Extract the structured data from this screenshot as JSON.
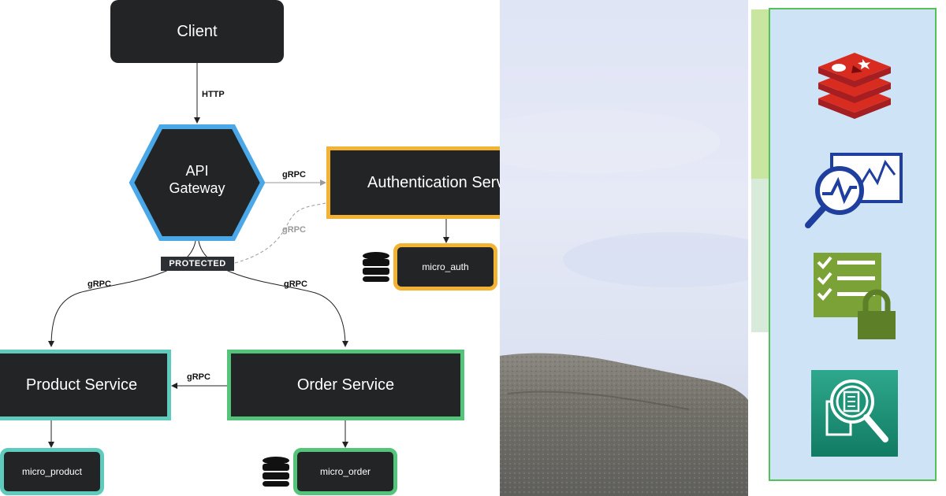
{
  "diagram": {
    "nodes": {
      "client": "Client",
      "gateway_line1": "API",
      "gateway_line2": "Gateway",
      "auth_service": "Authentication Service",
      "auth_db": "micro_auth",
      "product_service": "Product Service",
      "product_db": "micro_product",
      "order_service": "Order Service",
      "order_db": "micro_order"
    },
    "edge_labels": {
      "client_to_gateway": "HTTP",
      "gateway_to_auth": "gRPC",
      "protected_to_auth": "gRPC",
      "to_product": "gRPC",
      "to_order": "gRPC",
      "order_to_product": "gRPC"
    },
    "protected_badge": "PROTECTED",
    "colors": {
      "node_fill": "#222426",
      "gateway_border": "#4aa8e8",
      "auth_border": "#f2b233",
      "product_border": "#5ecbbd",
      "order_border": "#54c47a"
    }
  },
  "icons": {
    "items": [
      "redis-icon",
      "monitoring-chart-icon",
      "secure-checklist-icon",
      "document-search-icon"
    ],
    "colors": {
      "frame_border": "#55c05a",
      "frame_fill": "#cfe3f7"
    }
  }
}
